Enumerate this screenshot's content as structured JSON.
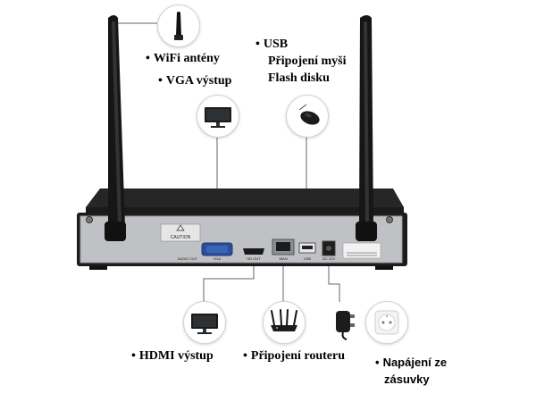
{
  "labels": {
    "wifi": "WiFi antény",
    "vga": "VGA výstup",
    "usb": [
      "USB",
      "Připojení myši",
      "Flash disku"
    ],
    "hdmi": "HDMI výstup",
    "router": "Připojení routeru",
    "power": [
      "Napájení ze",
      "zásuvky"
    ]
  },
  "bullet": "•",
  "panel_text": {
    "caution": "CAUTION",
    "audio_out": "AUDIO OUT",
    "vga": "VGA",
    "hdmi": "HD OUT",
    "wan": "WAN",
    "usb": "USB",
    "dc": "DC 12V"
  },
  "icons": [
    "antenna-icon",
    "monitor-icon",
    "mouse-icon",
    "router-icon",
    "power-adapter-icon",
    "wall-socket-icon"
  ]
}
